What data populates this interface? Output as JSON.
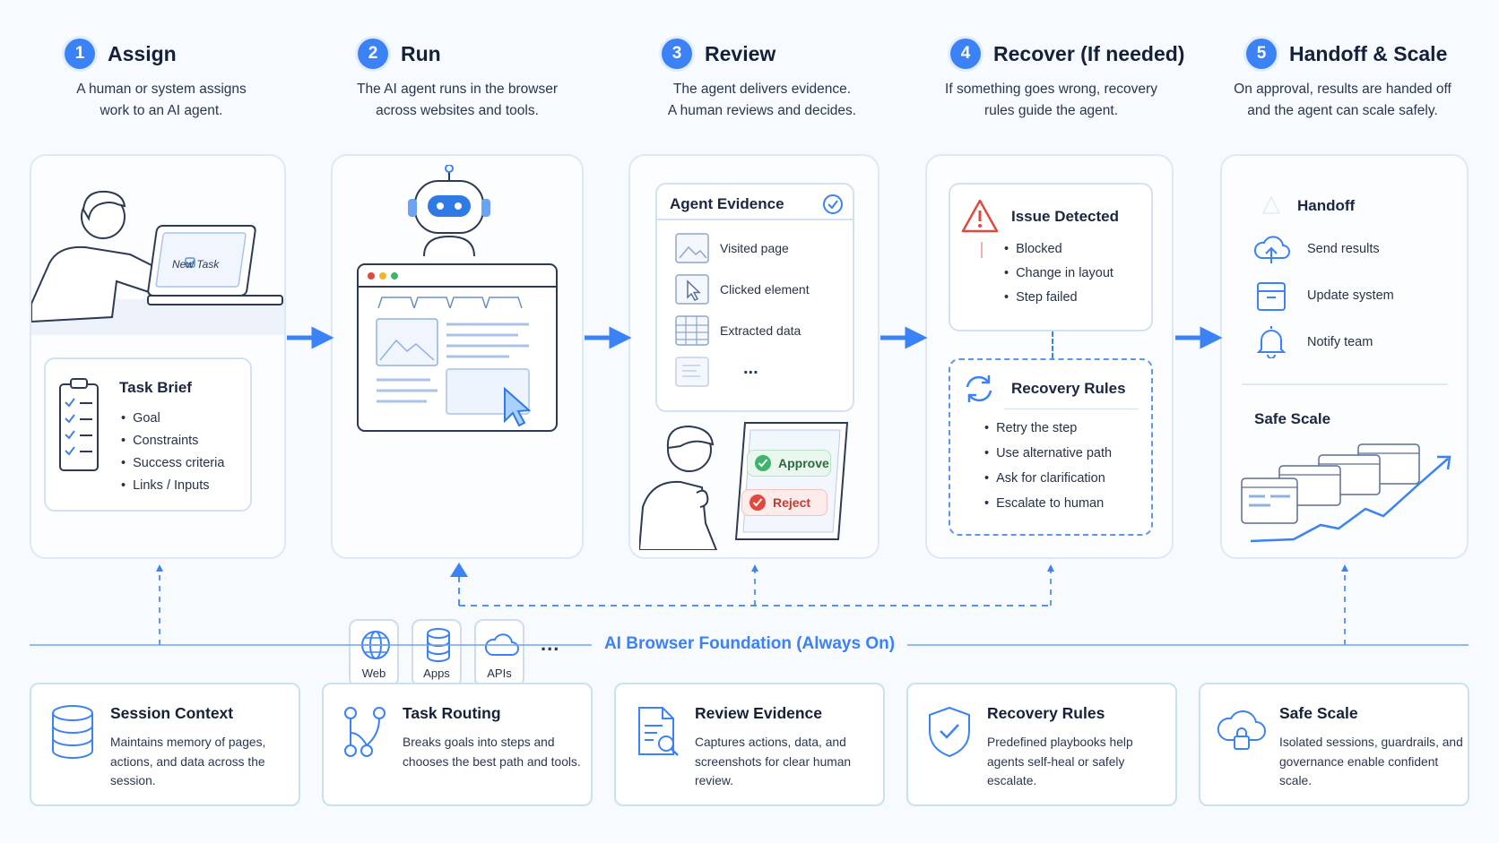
{
  "steps": [
    {
      "num": "1",
      "title": "Assign",
      "desc_l1": "A human or system assigns",
      "desc_l2": "work to an AI agent."
    },
    {
      "num": "2",
      "title": "Run",
      "desc_l1": "The AI agent runs in the browser",
      "desc_l2": "across websites and tools."
    },
    {
      "num": "3",
      "title": "Review",
      "desc_l1": "The agent delivers evidence.",
      "desc_l2": "A human reviews and decides."
    },
    {
      "num": "4",
      "title": "Recover (If needed)",
      "desc_l1": "If something goes wrong, recovery",
      "desc_l2": "rules guide the agent."
    },
    {
      "num": "5",
      "title": "Handoff & Scale",
      "desc_l1": "On approval, results are handed off",
      "desc_l2": "and the agent can scale safely."
    }
  ],
  "assign": {
    "screen_text": "New Task",
    "brief_title": "Task Brief",
    "brief_items": [
      "Goal",
      "Constraints",
      "Success criteria",
      "Links / Inputs"
    ]
  },
  "run": {
    "tools": [
      "Web",
      "Apps",
      "APIs"
    ],
    "more": "..."
  },
  "review": {
    "evidence_title": "Agent Evidence",
    "evidence_items": [
      "Visited page",
      "Clicked element",
      "Extracted data"
    ],
    "more": "...",
    "approve": "Approve",
    "reject": "Reject"
  },
  "recover": {
    "issue_title": "Issue Detected",
    "issue_items": [
      "Blocked",
      "Change in layout",
      "Step failed"
    ],
    "rules_title": "Recovery Rules",
    "rules_items": [
      "Retry the step",
      "Use alternative path",
      "Ask for clarification",
      "Escalate to human"
    ]
  },
  "handoff": {
    "title": "Handoff",
    "items": [
      "Send results",
      "Update system",
      "Notify team"
    ],
    "scale_title": "Safe Scale"
  },
  "foundation": {
    "label": "AI Browser Foundation (Always On)",
    "cards": [
      {
        "title": "Session Context",
        "desc": "Maintains memory of pages, actions, and data across the session."
      },
      {
        "title": "Task Routing",
        "desc": "Breaks goals into steps and chooses the best path and tools."
      },
      {
        "title": "Review Evidence",
        "desc": "Captures actions, data, and screenshots for clear human review."
      },
      {
        "title": "Recovery Rules",
        "desc": "Predefined playbooks help agents self-heal or safely escalate."
      },
      {
        "title": "Safe Scale",
        "desc": "Isolated sessions, guardrails, and governance enable confident scale."
      }
    ]
  },
  "colors": {
    "accent": "#3b82f6",
    "approve": "#3fb46a",
    "reject": "#e2483d"
  }
}
